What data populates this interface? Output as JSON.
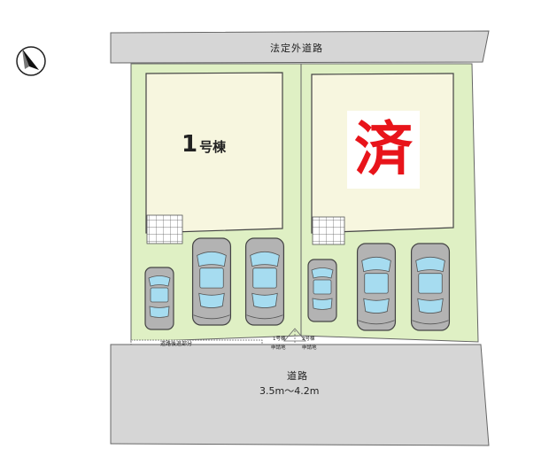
{
  "road_top": {
    "label": "法定外道路"
  },
  "lot1": {
    "number": "1",
    "suffix": "号棟"
  },
  "lot2": {
    "stamp": "済"
  },
  "setback": {
    "label": "道路後退部分"
  },
  "boundary": {
    "building1_line1": "1号棟",
    "building1_line2": "申請地",
    "building2_line1": "2号棟",
    "building2_line2": "申請地"
  },
  "road_bottom": {
    "name": "道路",
    "width": "3.5m～4.2m"
  },
  "colors": {
    "lot_green": "#dff0c4",
    "building_cream": "#f7f6df",
    "road_gray": "#d6d6d6",
    "car_gray": "#b3b3b3",
    "car_window": "#a6dcf0",
    "stamp_red": "#e8141a"
  },
  "compass": {
    "icon": "north-arrow-icon"
  }
}
